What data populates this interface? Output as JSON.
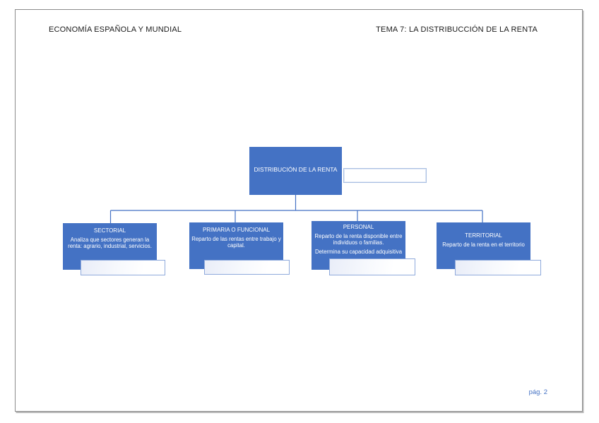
{
  "page": {
    "header_left": "ECONOMÍA ESPAÑOLA Y MUNDIAL",
    "header_right": "TEMA 7: LA DISTRIBUCCIÓN DE LA RENTA",
    "page_number": "pág. 2"
  },
  "diagram": {
    "root": {
      "title": "DISTRIBUCIÓN DE LA RENTA",
      "answer_value": ""
    },
    "children": [
      {
        "title": "SECTORIAL",
        "body": [
          "Analiza que sectores generan la renta: agrario, industrial, servicios."
        ],
        "answer_value": ""
      },
      {
        "title": "PRIMARIA O FUNCIONAL",
        "body": [
          "Reparto de las rentas entre trabajo y capital."
        ],
        "answer_value": ""
      },
      {
        "title": "PERSONAL",
        "body": [
          "Reparto de la renta disponible entre individuos o familias.",
          "Determina su capacidad adquisitiva"
        ],
        "answer_value": ""
      },
      {
        "title": "TERRITORIAL",
        "body": [
          "Reparto de la renta en el territorio"
        ],
        "answer_value": ""
      }
    ],
    "colors": {
      "node_fill": "#4472C4",
      "node_text": "#FFFFFF",
      "connector": "#4472C4",
      "answer_border": "#8FAADC",
      "answer_fill": "#F4F6FC",
      "page_number_text": "#4472C4",
      "page_border": "#8C8C8C"
    }
  }
}
